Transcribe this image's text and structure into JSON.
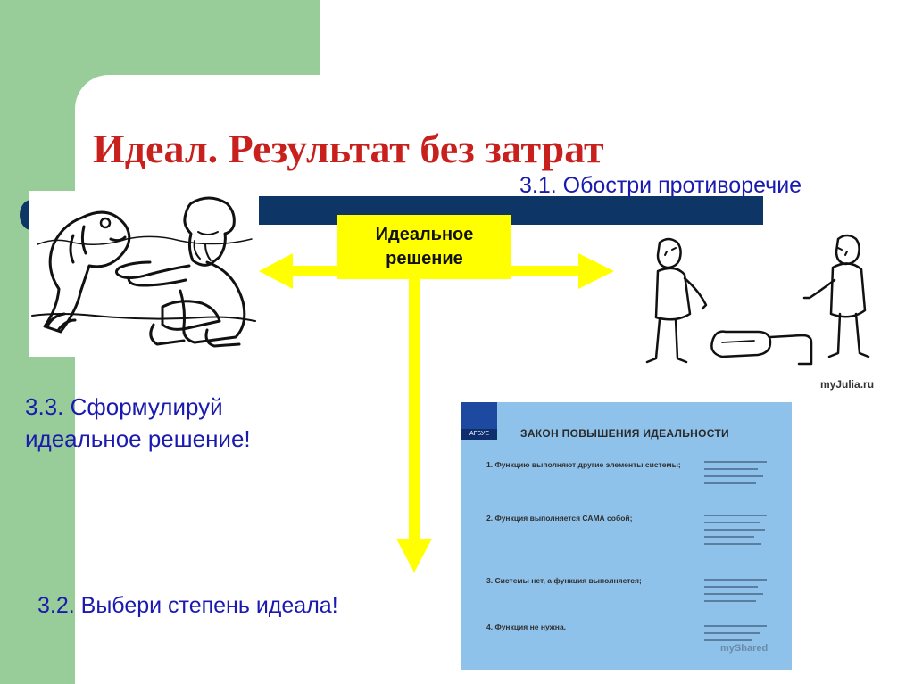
{
  "title": "Идеал. Результат без затрат",
  "steps": {
    "s31": "3.1. Обостри противоречие",
    "s32": "3.2. Выбери степень идеала!",
    "s33": "3.3. Сформулируй идеальное решение!"
  },
  "center_box": "Идеальное\nрешение",
  "law_slide": {
    "title": "ЗАКОН ПОВЫШЕНИЯ ИДЕАЛЬНОСТИ",
    "logo": "АГБУЕ",
    "items": [
      "1. Функцию выполняют другие элементы системы;",
      "2. Функция выполняется САМА собой;",
      "3. Системы нет, а функция выполняется;",
      "4. Функция не нужна."
    ]
  },
  "watermarks": {
    "julia": "myJulia.ru",
    "shared": "myShared"
  },
  "colors": {
    "title_red": "#c8201c",
    "blue_text": "#1a1ab0",
    "yellow": "#ffff00",
    "navy": "#0d3566",
    "green": "#98cc98",
    "law_bg": "#8fc2ea"
  }
}
